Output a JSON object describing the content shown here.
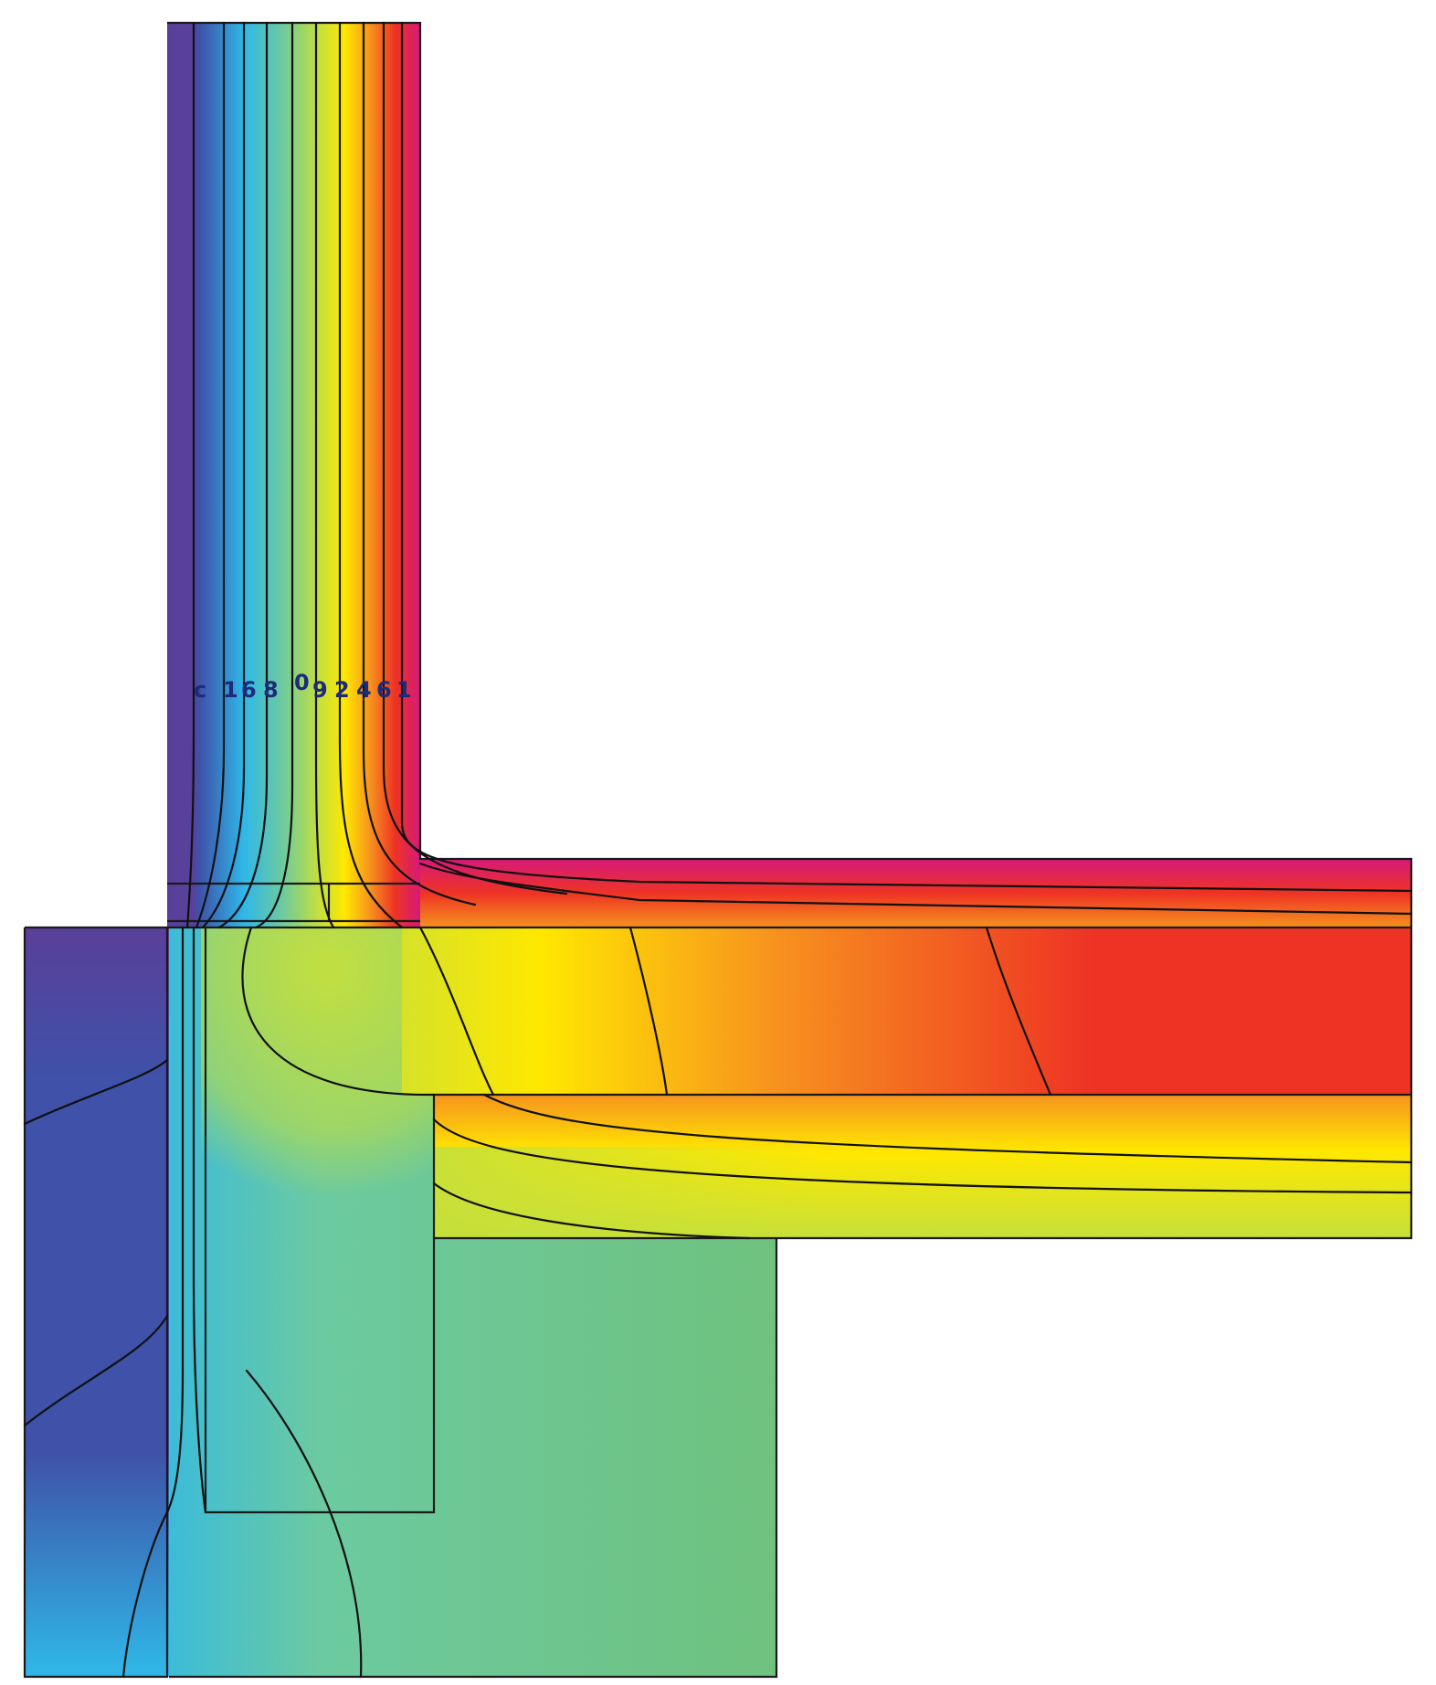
{
  "diagram": {
    "isotherm_labels": [
      "c",
      "1",
      "6",
      "8",
      "0",
      "9",
      "2",
      "4",
      "6",
      "1"
    ],
    "colors": {
      "cold": "#5a3f9a",
      "blue": "#3f51a8",
      "light_blue": "#2fb8e8",
      "teal": "#6ccaa0",
      "green": "#6fc27e",
      "yellow_green": "#c6e03a",
      "yellow": "#ffe800",
      "orange": "#f7931e",
      "red": "#ee3324",
      "magenta": "#d6197a"
    }
  }
}
